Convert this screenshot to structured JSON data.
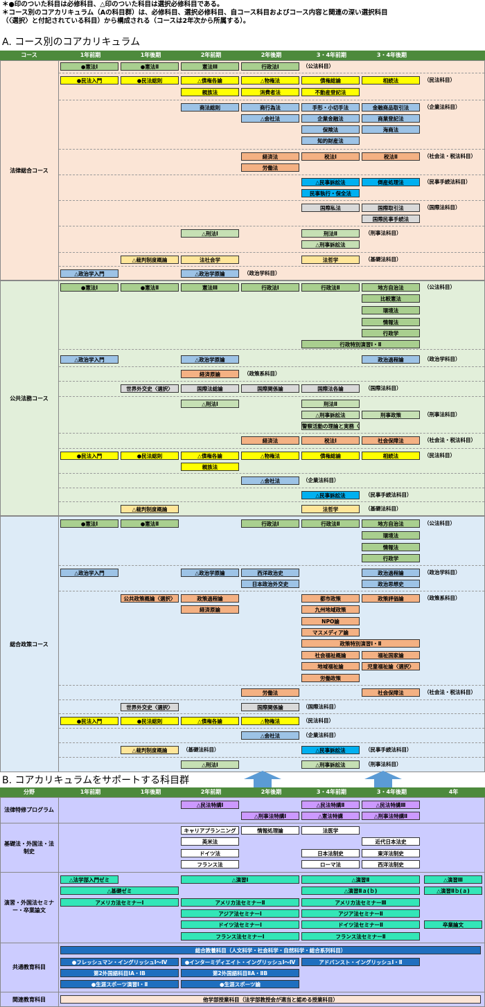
{
  "notes": [
    "＊●印のついた科目は必修科目、△印のついた科目は選択必修科目である。",
    "＊コース別のコアカリキュラム（Aの科目群）は、必修科目、選択必修科目、自コース科目およびコース内容と関連の深い選択科目",
    "（〈選択〉と付記されている科目）から構成される（コースは2年次から所属する）。"
  ],
  "sectionA": {
    "title": "A. コース別のコアカリキュラム",
    "headers": [
      "コース",
      "1年前期",
      "1年後期",
      "2年前期",
      "2年後期",
      "3・4年前期",
      "3・4年後期"
    ],
    "courses": [
      "法律総合コース",
      "公共法務コース",
      "総合政策コース"
    ]
  },
  "sectionB": {
    "title": "B. コアカリキュラムをサポートする科目群",
    "headers": [
      "分野",
      "1年前期",
      "1年後期",
      "2年前期",
      "2年後期",
      "3・4年前期",
      "3・4年後期",
      "4年"
    ],
    "fields": [
      "法律特修プログラム",
      "基礎法・外国法・法制史",
      "演習・外国法セミナー・卒業論文",
      "共通教育科目",
      "関連教育科目"
    ]
  },
  "colors": {
    "green": "#a9cf8f",
    "yellow": "#ffff00",
    "paleyellow": "#ffe699",
    "blue": "#9dc3e6",
    "orange": "#f4b183",
    "gray": "#d9d9d9",
    "cyan": "#00b0f0",
    "purple": "#cc99ff",
    "teal": "#33e6b8",
    "navy": "#1f6fbf",
    "bandA1": "#fbe5d6",
    "bandA2": "#e2efda",
    "bandA3": "#ddebf7",
    "bandB": "#ccccff",
    "header": "#4d8a3c"
  },
  "items": []
}
